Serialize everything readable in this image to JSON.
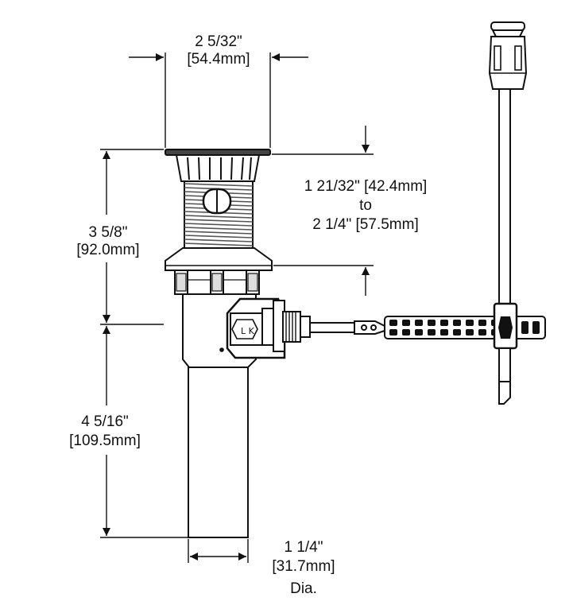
{
  "dimensions": {
    "top_width": {
      "imperial": "2 5/32\"",
      "metric": "[54.4mm]"
    },
    "adjust_range": {
      "line1": "1 21/32\" [42.4mm]",
      "line2": "to",
      "line3": "2 1/4\" [57.5mm]"
    },
    "upper_height": {
      "imperial": "3 5/8\"",
      "metric": "[92.0mm]"
    },
    "lower_height": {
      "imperial": "4 5/16\"",
      "metric": "[109.5mm]"
    },
    "tail_diameter": {
      "imperial": "1 1/4\"",
      "metric": "[31.7mm]",
      "suffix": "Dia."
    }
  },
  "colors": {
    "line": "#111111",
    "fill": "#ffffff",
    "thread": "#555555",
    "hatch": "#333333"
  }
}
